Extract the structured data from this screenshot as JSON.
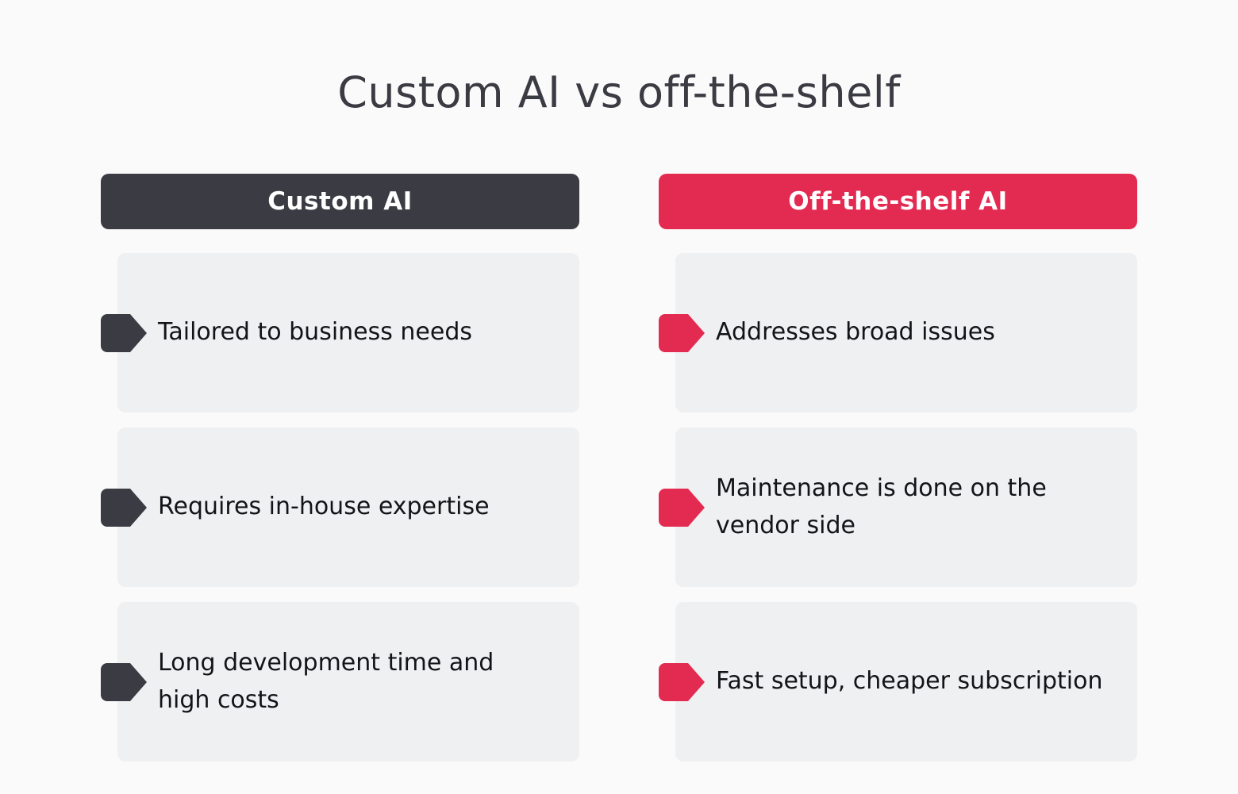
{
  "title": "Custom AI vs off-the-shelf",
  "colors": {
    "page_background": "#fafafa",
    "card_background": "#eff0f2",
    "custom_ai_accent": "#3b3b43",
    "off_the_shelf_accent": "#e32b52",
    "header_text": "#ffffff",
    "card_text": "#141418",
    "title_text": "#3b3b43"
  },
  "columns": [
    {
      "id": "custom-ai",
      "header": {
        "label": "Custom AI"
      },
      "accent": "#3b3b43",
      "items": [
        {
          "icon": "arrow-tag-icon",
          "text": "Tailored to business needs"
        },
        {
          "icon": "arrow-tag-icon",
          "text": "Requires in-house expertise"
        },
        {
          "icon": "arrow-tag-icon",
          "text": "Long development time and high costs"
        }
      ]
    },
    {
      "id": "off-the-shelf-ai",
      "header": {
        "label": "Off-the-shelf AI"
      },
      "accent": "#e32b52",
      "items": [
        {
          "icon": "arrow-tag-icon",
          "text": "Addresses broad issues"
        },
        {
          "icon": "arrow-tag-icon",
          "text": "Maintenance is done on the vendor side"
        },
        {
          "icon": "arrow-tag-icon",
          "text": "Fast setup, cheaper subscription"
        }
      ]
    }
  ]
}
